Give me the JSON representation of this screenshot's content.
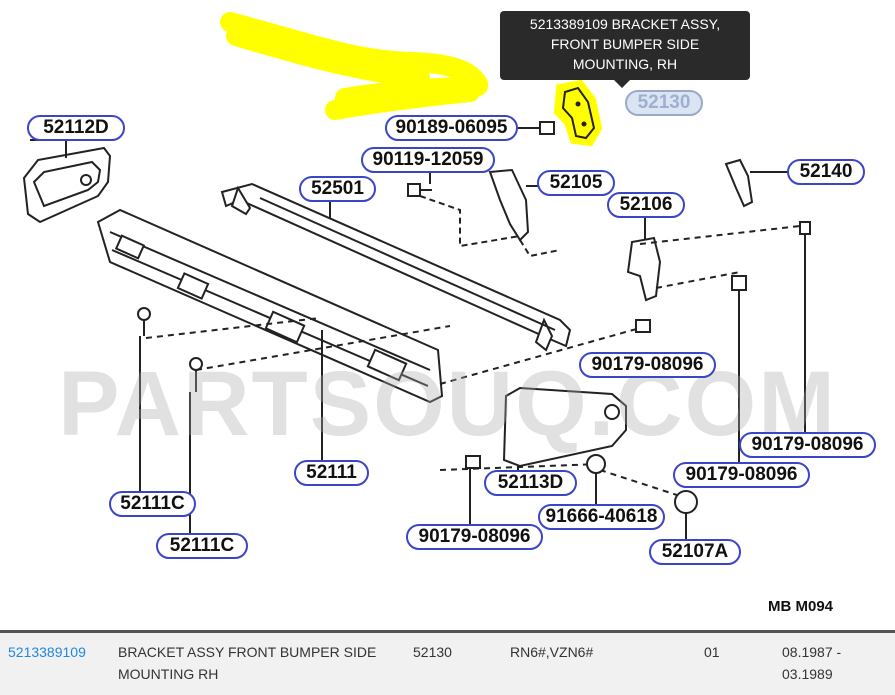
{
  "tooltip": {
    "line1": "5213389109 BRACKET ASSY,",
    "line2": "FRONT BUMPER SIDE",
    "line3": "MOUNTING, RH"
  },
  "callouts": {
    "p52130": "52130",
    "p52112D": "52112D",
    "p90189": "90189-06095",
    "p90119": "90119-12059",
    "p52501": "52501",
    "p52105": "52105",
    "p52140": "52140",
    "p52106": "52106",
    "p90179_a": "90179-08096",
    "p90179_b": "90179-08096",
    "p90179_c": "90179-08096",
    "p90179_d": "90179-08096",
    "p52111": "52111",
    "p52111C_a": "52111C",
    "p52111C_b": "52111C",
    "p52113D": "52113D",
    "p91666": "91666-40618",
    "p52107A": "52107A"
  },
  "diagram_code": "MB M094",
  "watermark": "PARTSOUQ.COM",
  "highlight_color": "#ffff00",
  "selected_part": "52130",
  "table_row": {
    "part_number": "5213389109",
    "description": "BRACKET ASSY FRONT BUMPER SIDE MOUNTING RH",
    "ref": "52130",
    "models": "RN6#,VZN6#",
    "qty": "01",
    "date": "08.1987 - 03.1989"
  }
}
